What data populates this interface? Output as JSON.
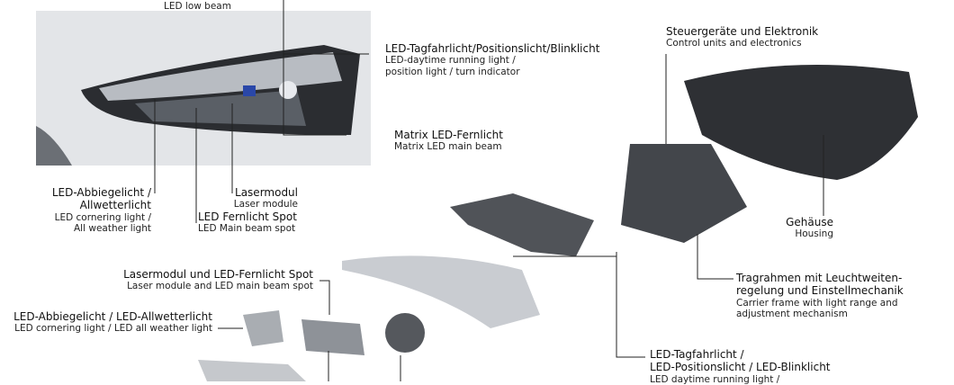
{
  "labels": {
    "low_beam": {
      "en": "LED low beam"
    },
    "drl": {
      "de": "LED-Tagfahrlicht/Positionslicht/Blinklicht",
      "en1": "LED-daytime running light /",
      "en2": "position light / turn indicator"
    },
    "matrix": {
      "de": "Matrix LED-Fernlicht",
      "en": "Matrix LED main beam"
    },
    "cornering": {
      "de1": "LED-Abbiegelicht /",
      "de2": "Allwetterlicht",
      "en1": "LED cornering light /",
      "en2": "All weather light"
    },
    "spot": {
      "de": "LED Fernlicht Spot",
      "en": "LED Main beam spot"
    },
    "laser": {
      "de": "Lasermodul",
      "en": "Laser module"
    },
    "control": {
      "de": "Steuergeräte und Elektronik",
      "en": "Control units and electronics"
    },
    "housing": {
      "de": "Gehäuse",
      "en": "Housing"
    },
    "laser_spot": {
      "de": "Lasermodul und LED-Fernlicht Spot",
      "en": "Laser module and LED main beam spot"
    },
    "cornering2": {
      "de": "LED-Abbiegelicht / LED-Allwetterlicht",
      "en": "LED cornering light / LED all weather light"
    },
    "carrier": {
      "de1": "Tragrahmen mit Leuchtweiten-",
      "de2": "regelung und Einstellmechanik",
      "en1": "Carrier frame with light range and",
      "en2": "adjustment mechanism"
    },
    "drl2": {
      "de1": "LED-Tagfahrlicht /",
      "de2": "LED-Positionslicht / LED-Blinklicht",
      "en1": "LED daytime running light /"
    }
  }
}
